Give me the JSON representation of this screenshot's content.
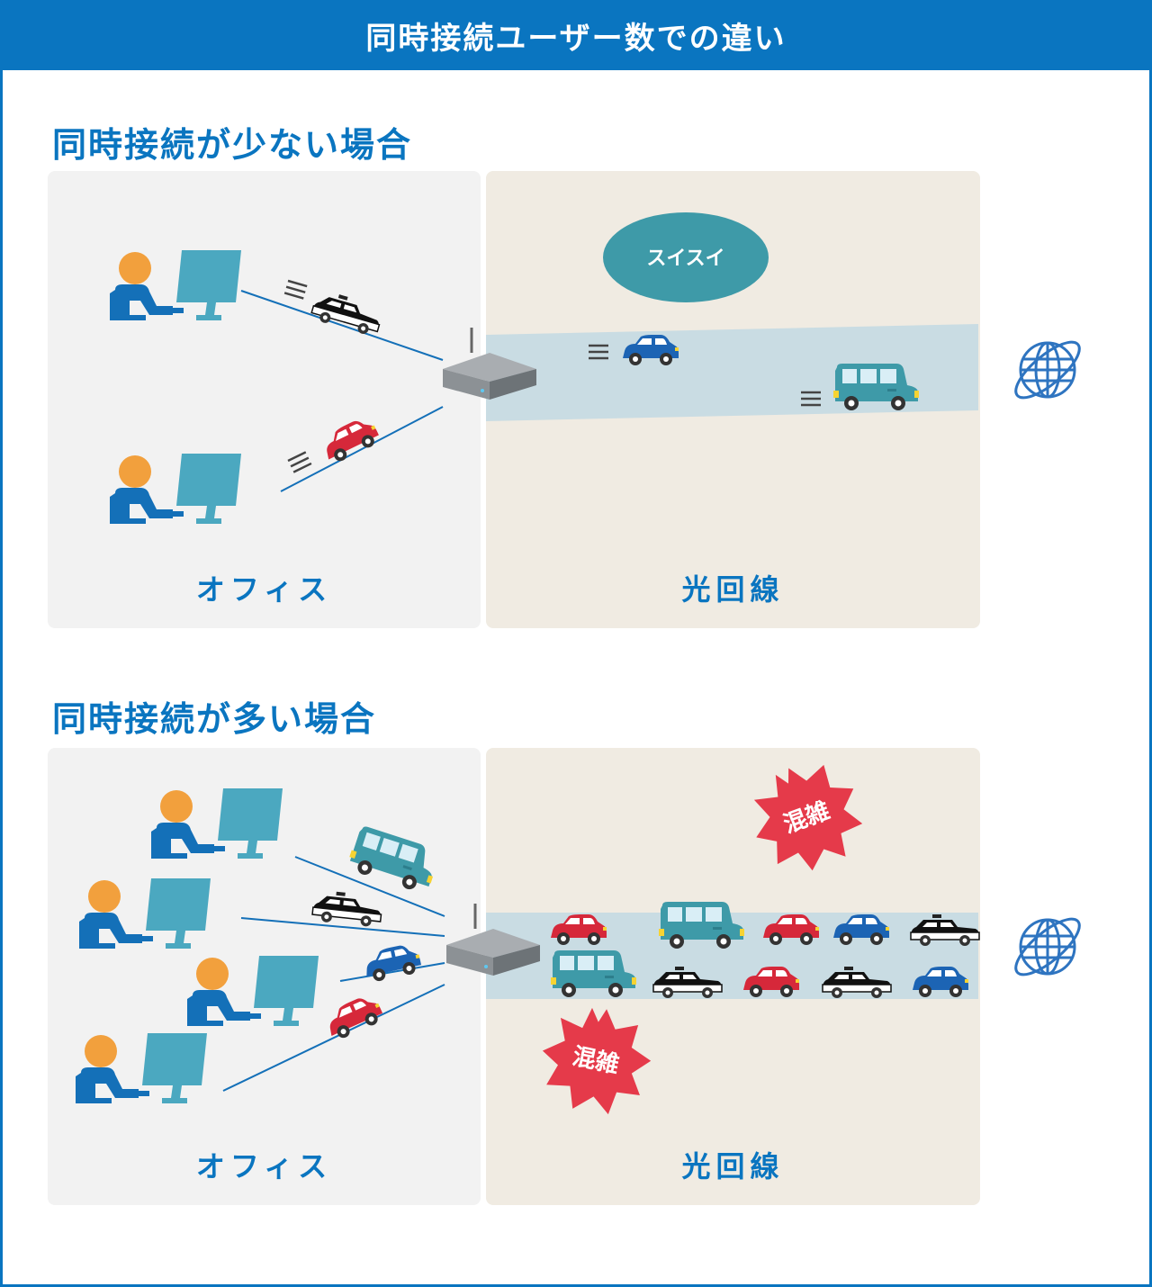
{
  "header": {
    "title": "同時接続ユーザー数での違い"
  },
  "sections": [
    {
      "title": "同時接続が少ない場合",
      "office_label": "オフィス",
      "line_label": "光回線",
      "status": "スイスイ",
      "users": 2
    },
    {
      "title": "同時接続が多い場合",
      "office_label": "オフィス",
      "line_label": "光回線",
      "status_top": "混雑",
      "status_bottom": "混雑",
      "users": 4
    }
  ],
  "colors": {
    "brand_blue": "#0a75c0",
    "person_head": "#f2a03d",
    "person_body": "#1470b8",
    "monitor": "#4ba8c0",
    "road": "#c9dce3",
    "congestion_badge": "#e53a4a",
    "smooth_badge": "#3e9aa8"
  },
  "icons": [
    "person-icon",
    "monitor-icon",
    "router-icon",
    "globe-icon",
    "car-icon",
    "taxi-icon",
    "van-icon"
  ]
}
